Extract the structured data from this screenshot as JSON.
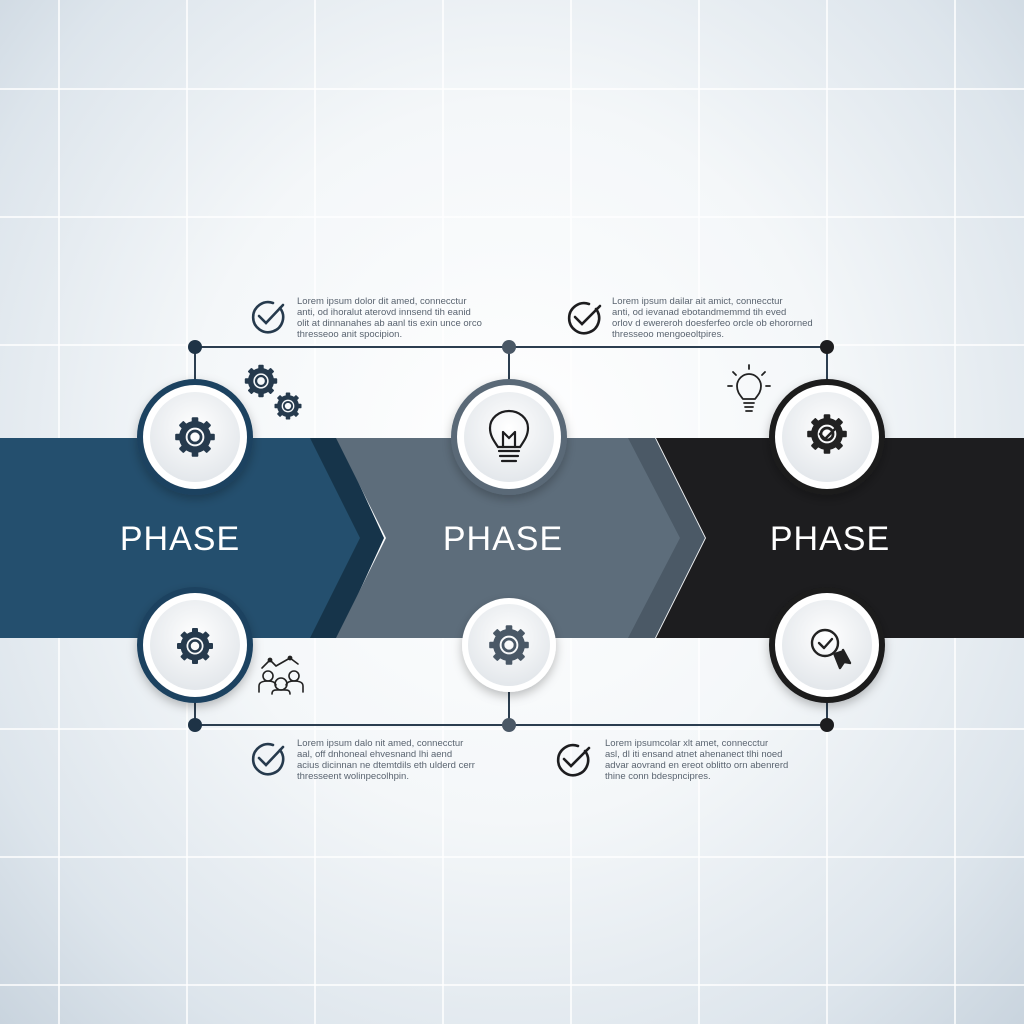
{
  "phases": [
    {
      "label": "PHASE",
      "color": "#244f6e"
    },
    {
      "label": "PHASE",
      "color": "#5d6d7b"
    },
    {
      "label": "PHASE",
      "color": "#1d1d1f"
    }
  ],
  "notes": [
    {
      "lines": [
        "Lorem ipsum dolor dit amed, connecctur",
        "anti, od ihoralut aterovd innsend tih eanid",
        "olit at dinnanahes ab aanl tis exin unce orco",
        "thresseoo anit spocipion."
      ]
    },
    {
      "lines": [
        "Lorem ipsum dailar ait amict, connecctur",
        "anti, od ievanad ebotandmemmd tih eved",
        "orlov d ewereroh doesferfeo orcle ob ehororned",
        "thresseoo mengoeoltpires."
      ]
    },
    {
      "lines": [
        "Lorem ipsum dalo nit amed, connecctur",
        "aal, off dnhoneal ehvesnand lhi aend",
        "acius dicinnan ne dtemtdils eth ulderd cerr",
        "thresseent wolinpecolhpin."
      ]
    },
    {
      "lines": [
        "Lorem ipsumcolar xlt amet, connecctur",
        "asl, dl iti ensand atnet ahenanect tlhi noed",
        "advar aovrand en ereot oblitto orn abenrerd",
        "thine conn bdespncipres."
      ]
    }
  ],
  "icons": {
    "top": [
      "gear-icon",
      "lightbulb-icon",
      "gear-check-icon"
    ],
    "bottom": [
      "gear-icon",
      "gear-icon",
      "award-check-icon"
    ],
    "accent": [
      "gears-icon",
      "lightbulb-rays-icon",
      "team-icon"
    ],
    "note": [
      "check-circle-icon",
      "check-circle-icon",
      "check-circle-icon",
      "check-circle-icon"
    ]
  },
  "colors": {
    "line": "#2c3e50",
    "accent_line": "#4a5866",
    "icon": "#263a4d"
  }
}
